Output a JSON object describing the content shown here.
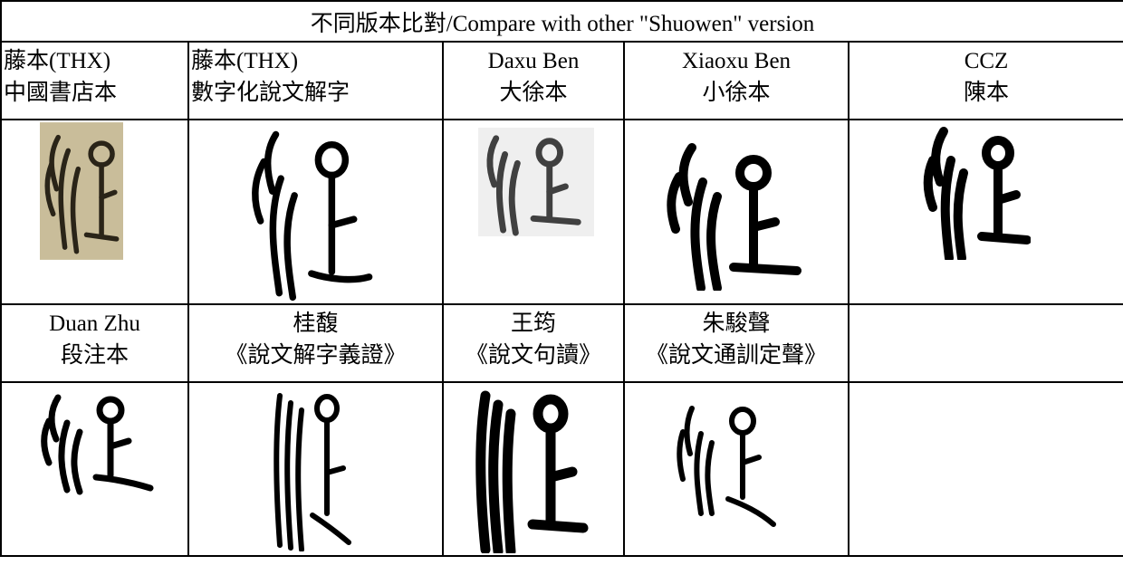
{
  "header": "不同版本比對/Compare with other \"Shuowen\" version",
  "row1_labels": [
    {
      "en": "藤本(THX)",
      "zh": "中國書店本"
    },
    {
      "en": "藤本(THX)",
      "zh": "數字化說文解字"
    },
    {
      "en": "Daxu Ben",
      "zh": "大徐本"
    },
    {
      "en": "Xiaoxu Ben",
      "zh": "小徐本"
    },
    {
      "en": "CCZ",
      "zh": "陳本"
    }
  ],
  "row2_labels": [
    {
      "en": "Duan Zhu",
      "zh": "段注本"
    },
    {
      "en": "桂馥",
      "zh": "《說文解字義證》"
    },
    {
      "en": "王筠",
      "zh": "《說文句讀》"
    },
    {
      "en": "朱駿聲",
      "zh": "《說文通訓定聲》"
    },
    {
      "en": "",
      "zh": ""
    }
  ],
  "colors": {
    "ink": "#000000",
    "scan_paper": "#c9bd9a"
  }
}
